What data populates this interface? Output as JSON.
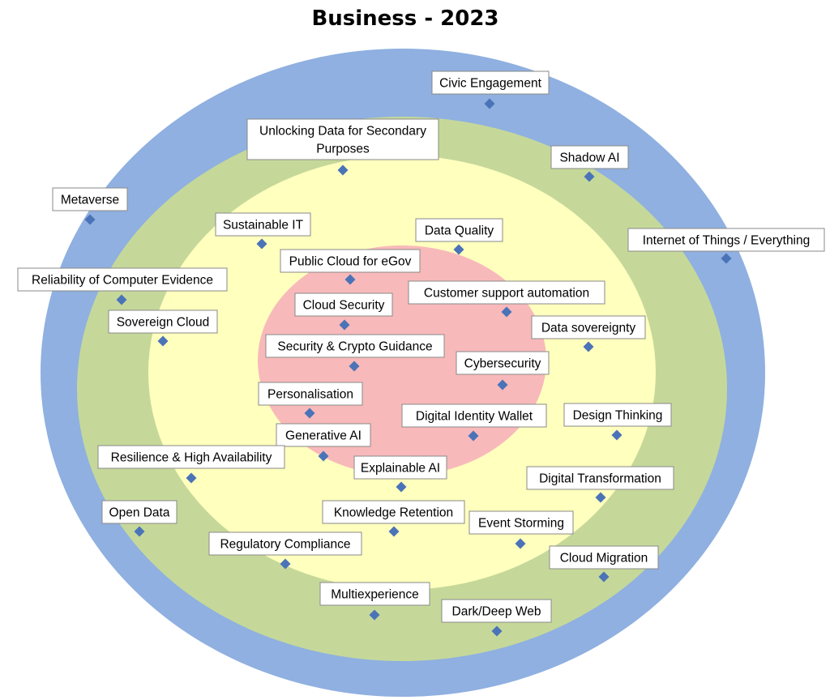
{
  "title": "Business - 2023",
  "colors": {
    "ring_outer": "#8fb0e0",
    "ring_second": "#c5d89a",
    "ring_third": "#ffffbe",
    "ring_inner": "#f8b9ba",
    "marker": "#4a73b8"
  },
  "items": [
    {
      "label": "Civic Engagement"
    },
    {
      "label": "Unlocking Data for Secondary\nPurposes"
    },
    {
      "label": "Shadow AI"
    },
    {
      "label": "Metaverse"
    },
    {
      "label": "Sustainable IT"
    },
    {
      "label": "Data Quality"
    },
    {
      "label": "Internet of Things / Everything"
    },
    {
      "label": "Public Cloud for eGov"
    },
    {
      "label": "Reliability of Computer Evidence"
    },
    {
      "label": "Customer support automation"
    },
    {
      "label": "Cloud Security"
    },
    {
      "label": "Sovereign Cloud"
    },
    {
      "label": "Data sovereignty"
    },
    {
      "label": "Security & Crypto Guidance"
    },
    {
      "label": "Cybersecurity"
    },
    {
      "label": "Personalisation"
    },
    {
      "label": "Digital Identity Wallet"
    },
    {
      "label": "Design Thinking"
    },
    {
      "label": "Generative AI"
    },
    {
      "label": "Resilience & High Availability"
    },
    {
      "label": "Explainable AI"
    },
    {
      "label": "Digital Transformation"
    },
    {
      "label": "Open Data"
    },
    {
      "label": "Knowledge Retention"
    },
    {
      "label": "Event Storming"
    },
    {
      "label": "Regulatory Compliance"
    },
    {
      "label": "Cloud Migration"
    },
    {
      "label": "Multiexperience"
    },
    {
      "label": "Dark/Deep Web"
    }
  ]
}
